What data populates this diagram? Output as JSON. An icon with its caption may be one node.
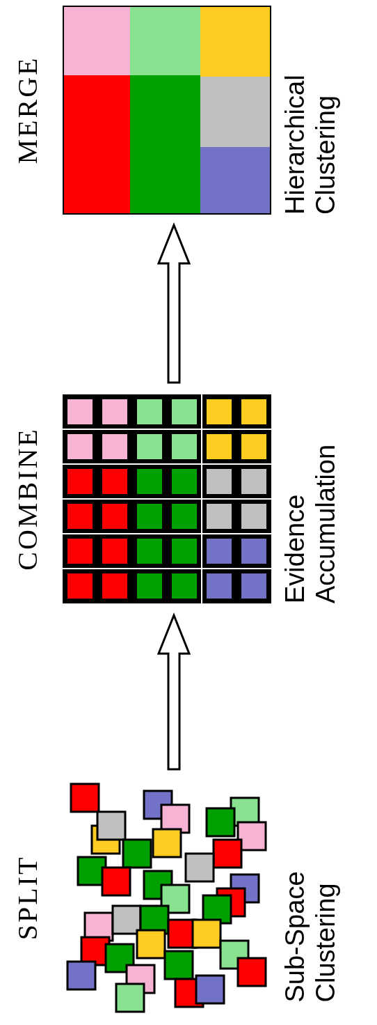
{
  "diagram": {
    "nodes": [
      {
        "text": [
          "SPLIT",
          "Sub-Space Clustering"
        ]
      },
      {
        "text": [
          "COMBINE",
          "Evidence Accumulation"
        ]
      },
      {
        "text": [
          "MERGE",
          "Hierarchical Clustering"
        ]
      }
    ],
    "edges": [
      {
        "from": 0,
        "to": 1,
        "arrow": "to"
      },
      {
        "from": 1,
        "to": 2,
        "arrow": "to"
      }
    ]
  }
}
